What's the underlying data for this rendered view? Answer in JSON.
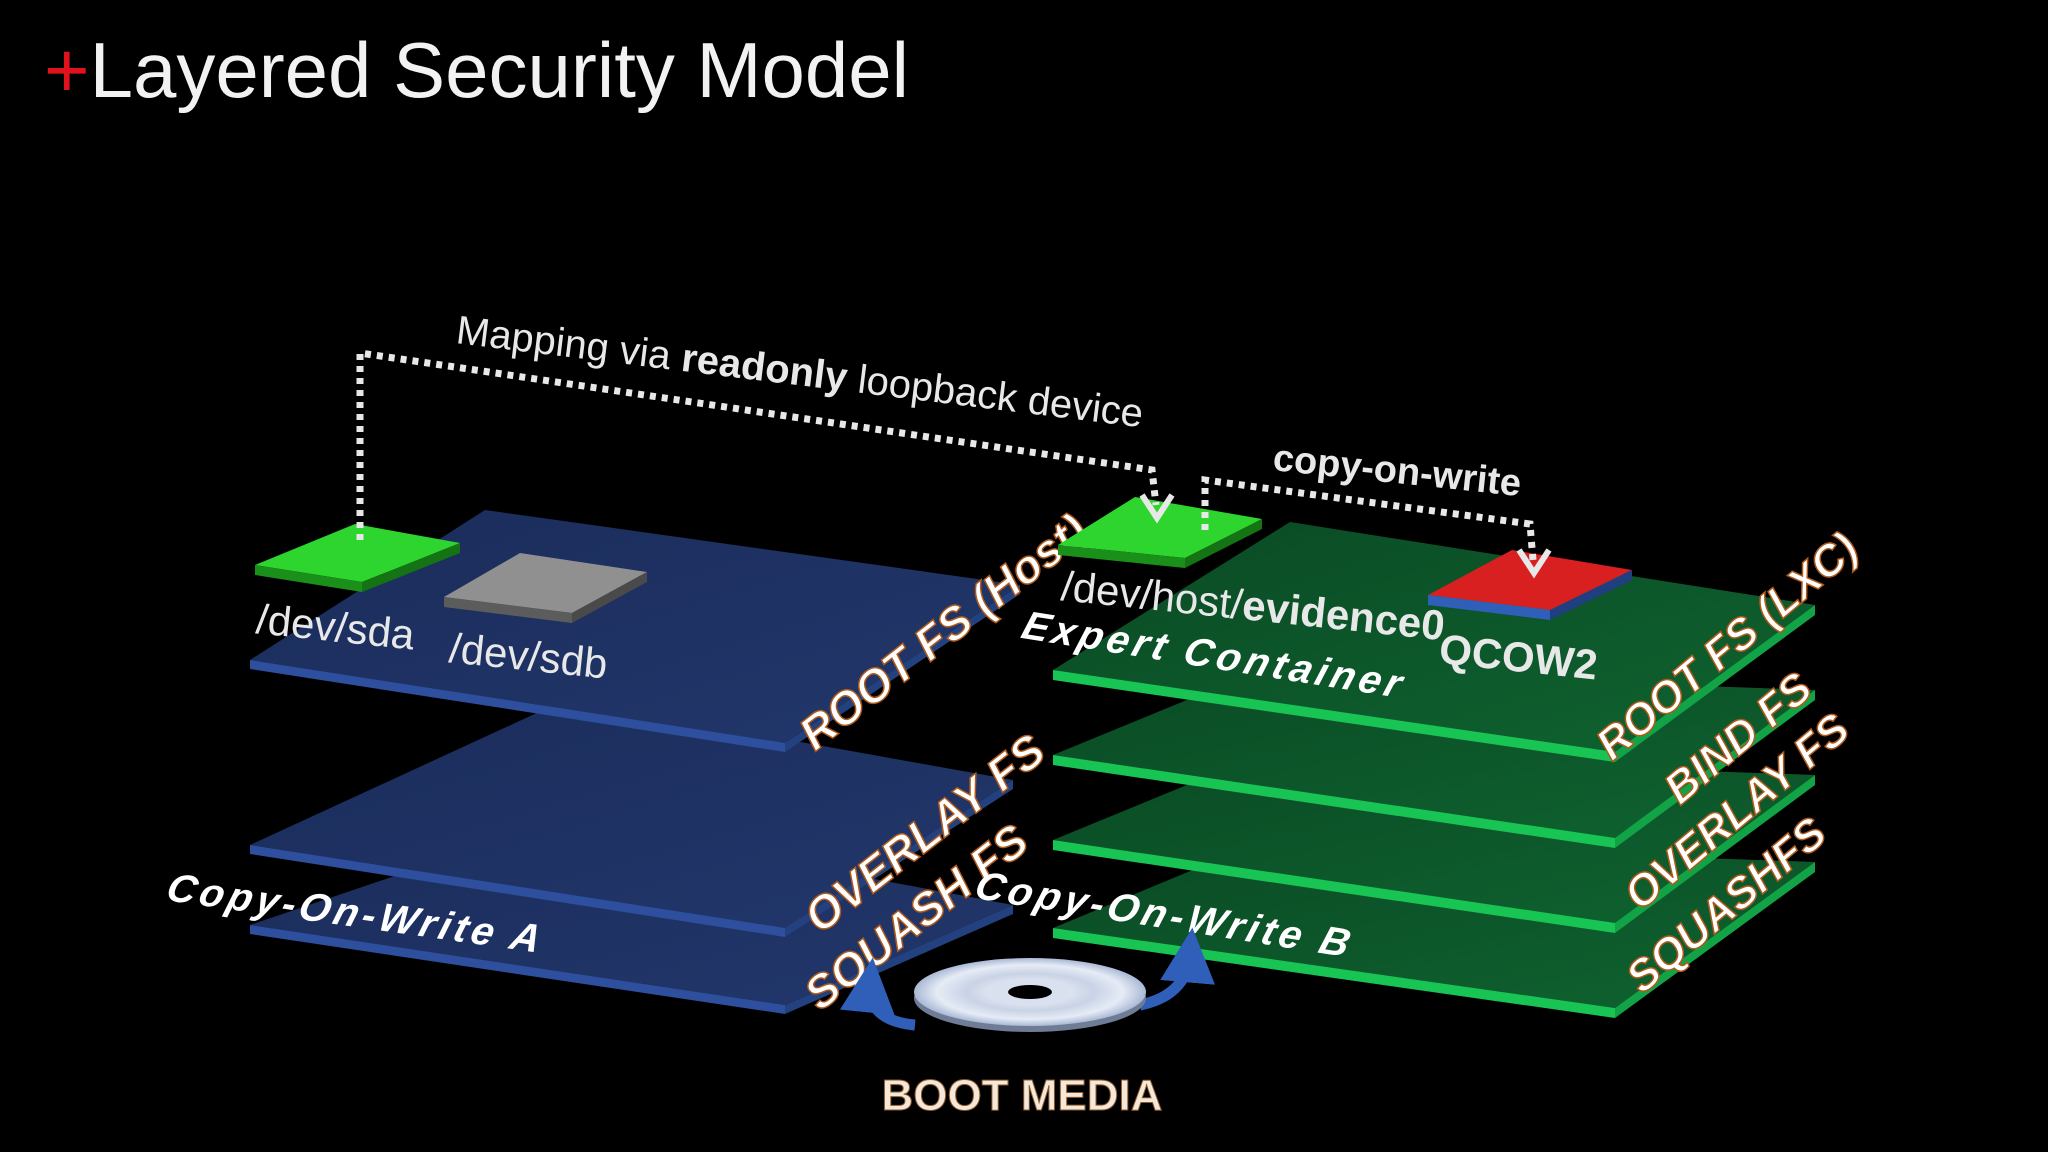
{
  "slide": {
    "title_prefix": "+",
    "title": "Layered Security Model"
  },
  "colors": {
    "background": "#000000",
    "title_plus": "#e0121b",
    "host_layer": "#1b2d5c",
    "host_edge": "#2d4f9e",
    "container_layer": "#0d5a2c",
    "container_edge": "#17c454",
    "device_green": "#2ed52e",
    "device_gray": "#8f8f8f",
    "qcow_red": "#d82020",
    "arrow_blue": "#2f5fb8",
    "dotted_line": "#e8e8e8"
  },
  "annotations": {
    "mapping_prefix": "Mapping via ",
    "mapping_bold": "readonly",
    "mapping_suffix": " loopback device",
    "copy_on_write": "copy-on-write"
  },
  "host_stack": {
    "layers": [
      "ROOT FS (Host)",
      "OVERLAY FS",
      "SQUASH FS"
    ],
    "base_label": "Copy-On-Write A",
    "devices": [
      {
        "label": "/dev/sda",
        "color": "green"
      },
      {
        "label": "/dev/sdb",
        "color": "gray"
      }
    ]
  },
  "container_stack": {
    "layers": [
      "ROOT FS (LXC)",
      "BIND FS",
      "OVERLAY FS",
      "SQUASHFS"
    ],
    "top_label": "Expert Container",
    "base_label": "Copy-On-Write B",
    "device_prefix": "/dev/host/",
    "device_bold": "evidence0",
    "qcow_label": "QCOW2"
  },
  "boot_media": {
    "label": "BOOT MEDIA",
    "icon": "optical-disc-icon"
  }
}
